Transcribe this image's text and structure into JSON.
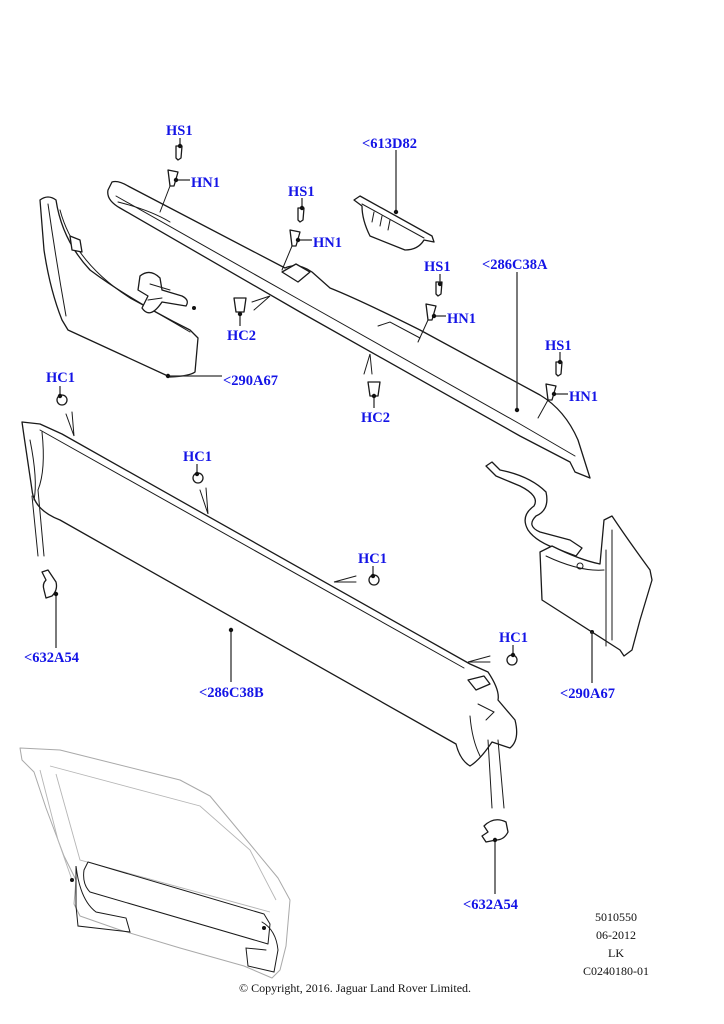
{
  "diagram": {
    "title": "Tailgate trim panels exploded view",
    "callouts": [
      {
        "id": "hs1-a",
        "text": "HS1"
      },
      {
        "id": "hn1-a",
        "text": "HN1"
      },
      {
        "id": "hs1-b",
        "text": "HS1"
      },
      {
        "id": "hn1-b",
        "text": "HN1"
      },
      {
        "id": "613d82",
        "text": "<613D82"
      },
      {
        "id": "hs1-c",
        "text": "HS1"
      },
      {
        "id": "hn1-c",
        "text": "HN1"
      },
      {
        "id": "286c38a",
        "text": "<286C38A"
      },
      {
        "id": "hs1-d",
        "text": "HS1"
      },
      {
        "id": "hn1-d",
        "text": "HN1"
      },
      {
        "id": "hc2-a",
        "text": "HC2"
      },
      {
        "id": "hc2-b",
        "text": "HC2"
      },
      {
        "id": "290a67-left",
        "text": "<290A67"
      },
      {
        "id": "hc1-a",
        "text": "HC1"
      },
      {
        "id": "hc1-b",
        "text": "HC1"
      },
      {
        "id": "hc1-c",
        "text": "HC1"
      },
      {
        "id": "hc1-d",
        "text": "HC1"
      },
      {
        "id": "632a54-left",
        "text": "<632A54"
      },
      {
        "id": "286c38b",
        "text": "<286C38B"
      },
      {
        "id": "290a67-right",
        "text": "<290A67"
      },
      {
        "id": "632a54-right",
        "text": "<632A54"
      }
    ],
    "callout_color": "#1414E6"
  },
  "meta": {
    "ref_number": "5010550",
    "date": "06-2012",
    "code": "LK",
    "illustration_id": "C0240180-01"
  },
  "copyright": "© Copyright, 2016. Jaguar Land Rover Limited."
}
